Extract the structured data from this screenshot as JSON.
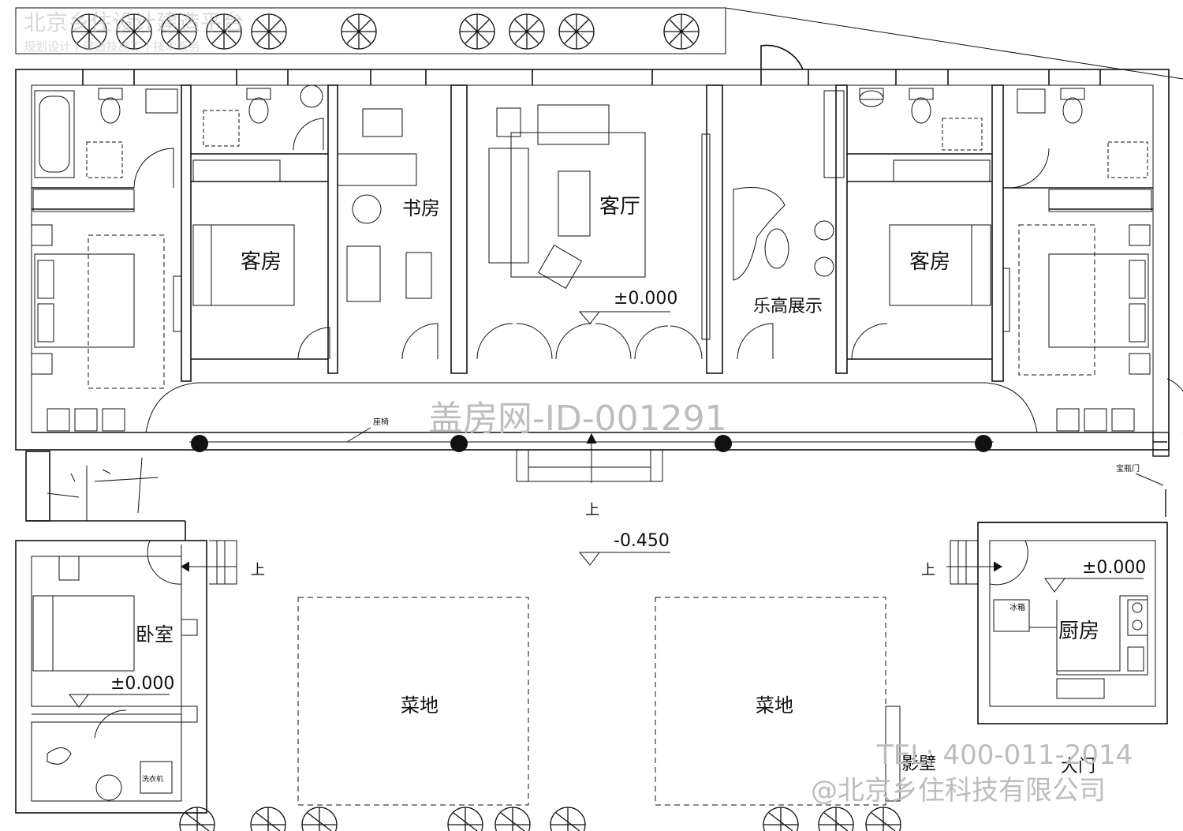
{
  "header": {
    "brand_overlay": "北京乡住设计建造平台",
    "services": "规划设计 | 建造技施工 | 技术服务"
  },
  "rooms": {
    "study": "书房",
    "living": "客厅",
    "guest_left": "客房",
    "guest_right": "客房",
    "lego_display": "乐高展示",
    "bedroom_south": "卧室",
    "kitchen": "厨房",
    "garden_left": "菜地",
    "garden_right": "菜地",
    "screen_wall": "影壁",
    "main_gate": "大门"
  },
  "labels": {
    "bench": "座椅",
    "vase_door": "宝瓶门",
    "fridge": "冰箱",
    "washer": "洗衣机",
    "up_center": "上",
    "up_left": "上",
    "up_right": "上"
  },
  "levels": {
    "living": "±0.000",
    "courtyard": "-0.450",
    "bedroom": "±0.000",
    "kitchen": "±0.000"
  },
  "watermarks": {
    "id": "盖房网-ID-001291",
    "phone": "TEL: 400-011-2014",
    "company": "@北京乡住科技有限公司"
  }
}
